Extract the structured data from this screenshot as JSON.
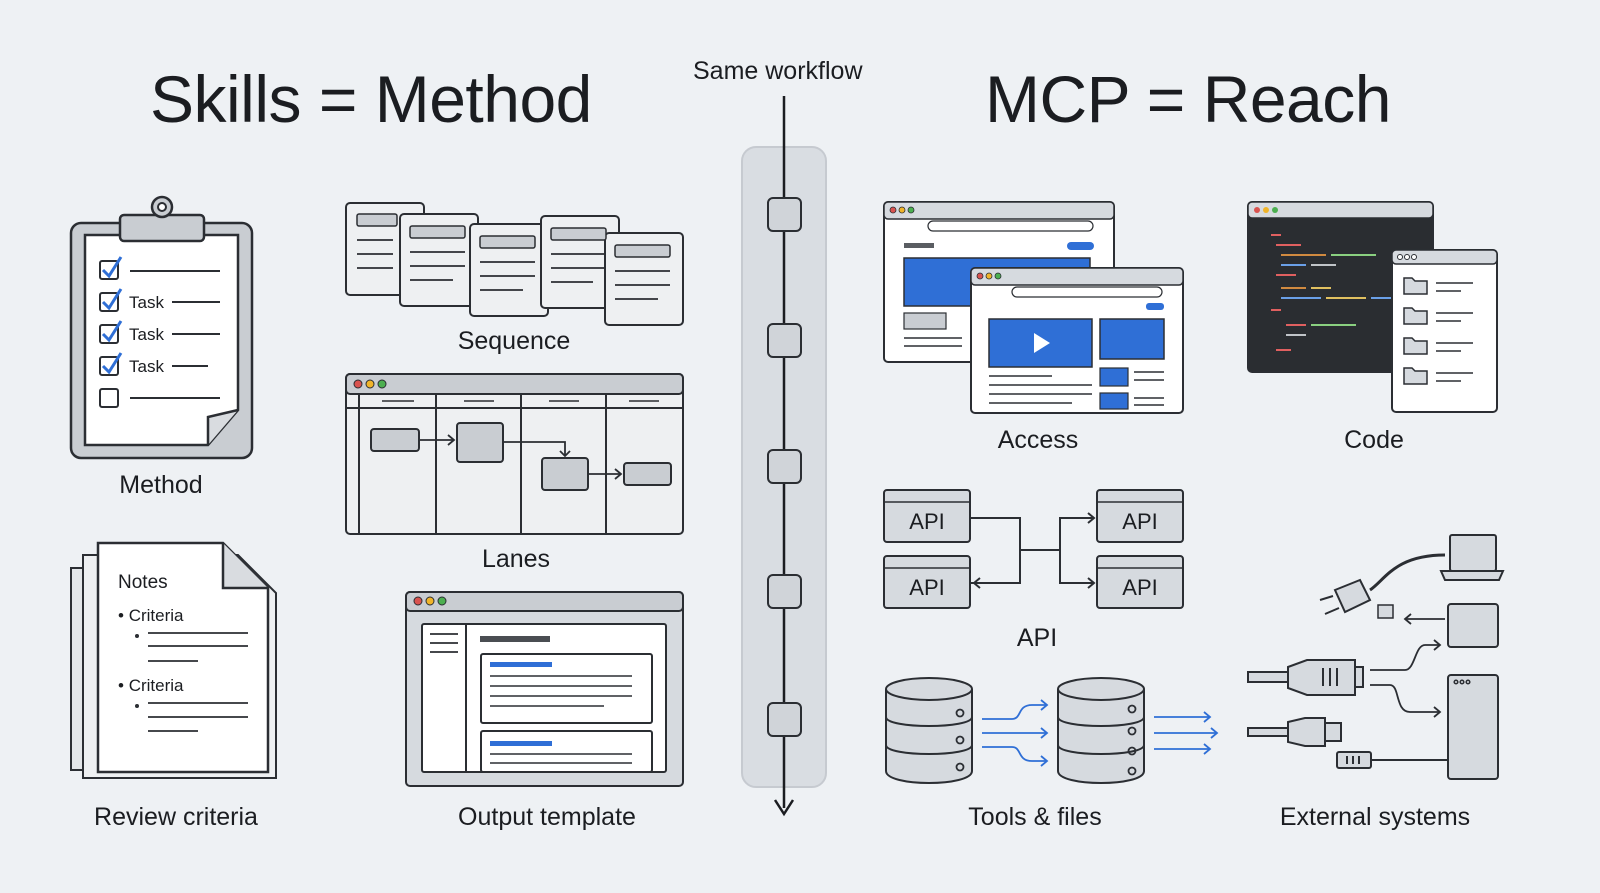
{
  "left_title": "Skills = Method",
  "right_title": "MCP = Reach",
  "center_label": "Same workflow",
  "skills": {
    "method": {
      "label": "Method",
      "tasks": [
        "Task",
        "Task",
        "Task"
      ]
    },
    "sequence": {
      "label": "Sequence"
    },
    "lanes": {
      "label": "Lanes"
    },
    "review": {
      "label": "Review criteria",
      "heading": "Notes",
      "criteria": [
        "Criteria",
        "Criteria"
      ]
    },
    "template": {
      "label": "Output template"
    }
  },
  "mcp": {
    "access": {
      "label": "Access"
    },
    "code": {
      "label": "Code"
    },
    "api": {
      "label": "API",
      "boxes": [
        "API",
        "API",
        "API",
        "API"
      ]
    },
    "tools": {
      "label": "Tools & files"
    },
    "external": {
      "label": "External systems"
    }
  },
  "colors": {
    "accent": "#2f6fd6",
    "stroke": "#2b2e33",
    "panel": "#d6dadf",
    "paper": "#f7f8fa",
    "code_bg": "#2a2d31"
  }
}
